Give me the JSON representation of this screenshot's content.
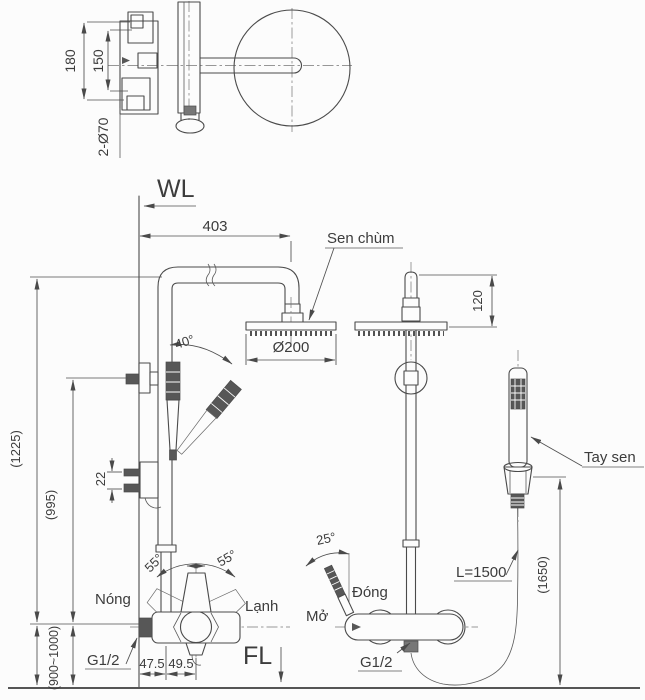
{
  "colors": {
    "line": "#4a4a4a",
    "text": "#3c3c3c",
    "background": "#fcfcfc",
    "dark_fill": "#575757"
  },
  "top_view": {
    "dim_depth_outer": "180",
    "dim_depth_inner": "150",
    "dim_handles": "2-Ø70"
  },
  "front_view": {
    "wall_line_label": "WL",
    "dim_arm_reach": "403",
    "dim_head_diameter": "Ø200",
    "angle_handshower": "40°",
    "dim_total_height": "(1225)",
    "dim_bracket_height": "(995)",
    "dim_inlet_spacing": "22",
    "angle_handle_left": "55°",
    "angle_handle_right": "55°",
    "hot_label": "Nóng",
    "cold_label": "Lạnh",
    "thread_label": "G1/2",
    "dim_wall_to_pole": "47.5",
    "dim_pole_to_valve": "49.5",
    "floor_line_label": "FL",
    "dim_install_height": "(900~1000)"
  },
  "side_view": {
    "head_callout": "Sen chùm",
    "dim_head_offset": "120",
    "angle_lever": "25°",
    "close_label": "Đóng",
    "open_label": "Mở",
    "thread_label": "G1/2",
    "hose_length_label": "L=1500",
    "hand_shower_callout": "Tay sen",
    "dim_handshower_height": "(1650)"
  }
}
